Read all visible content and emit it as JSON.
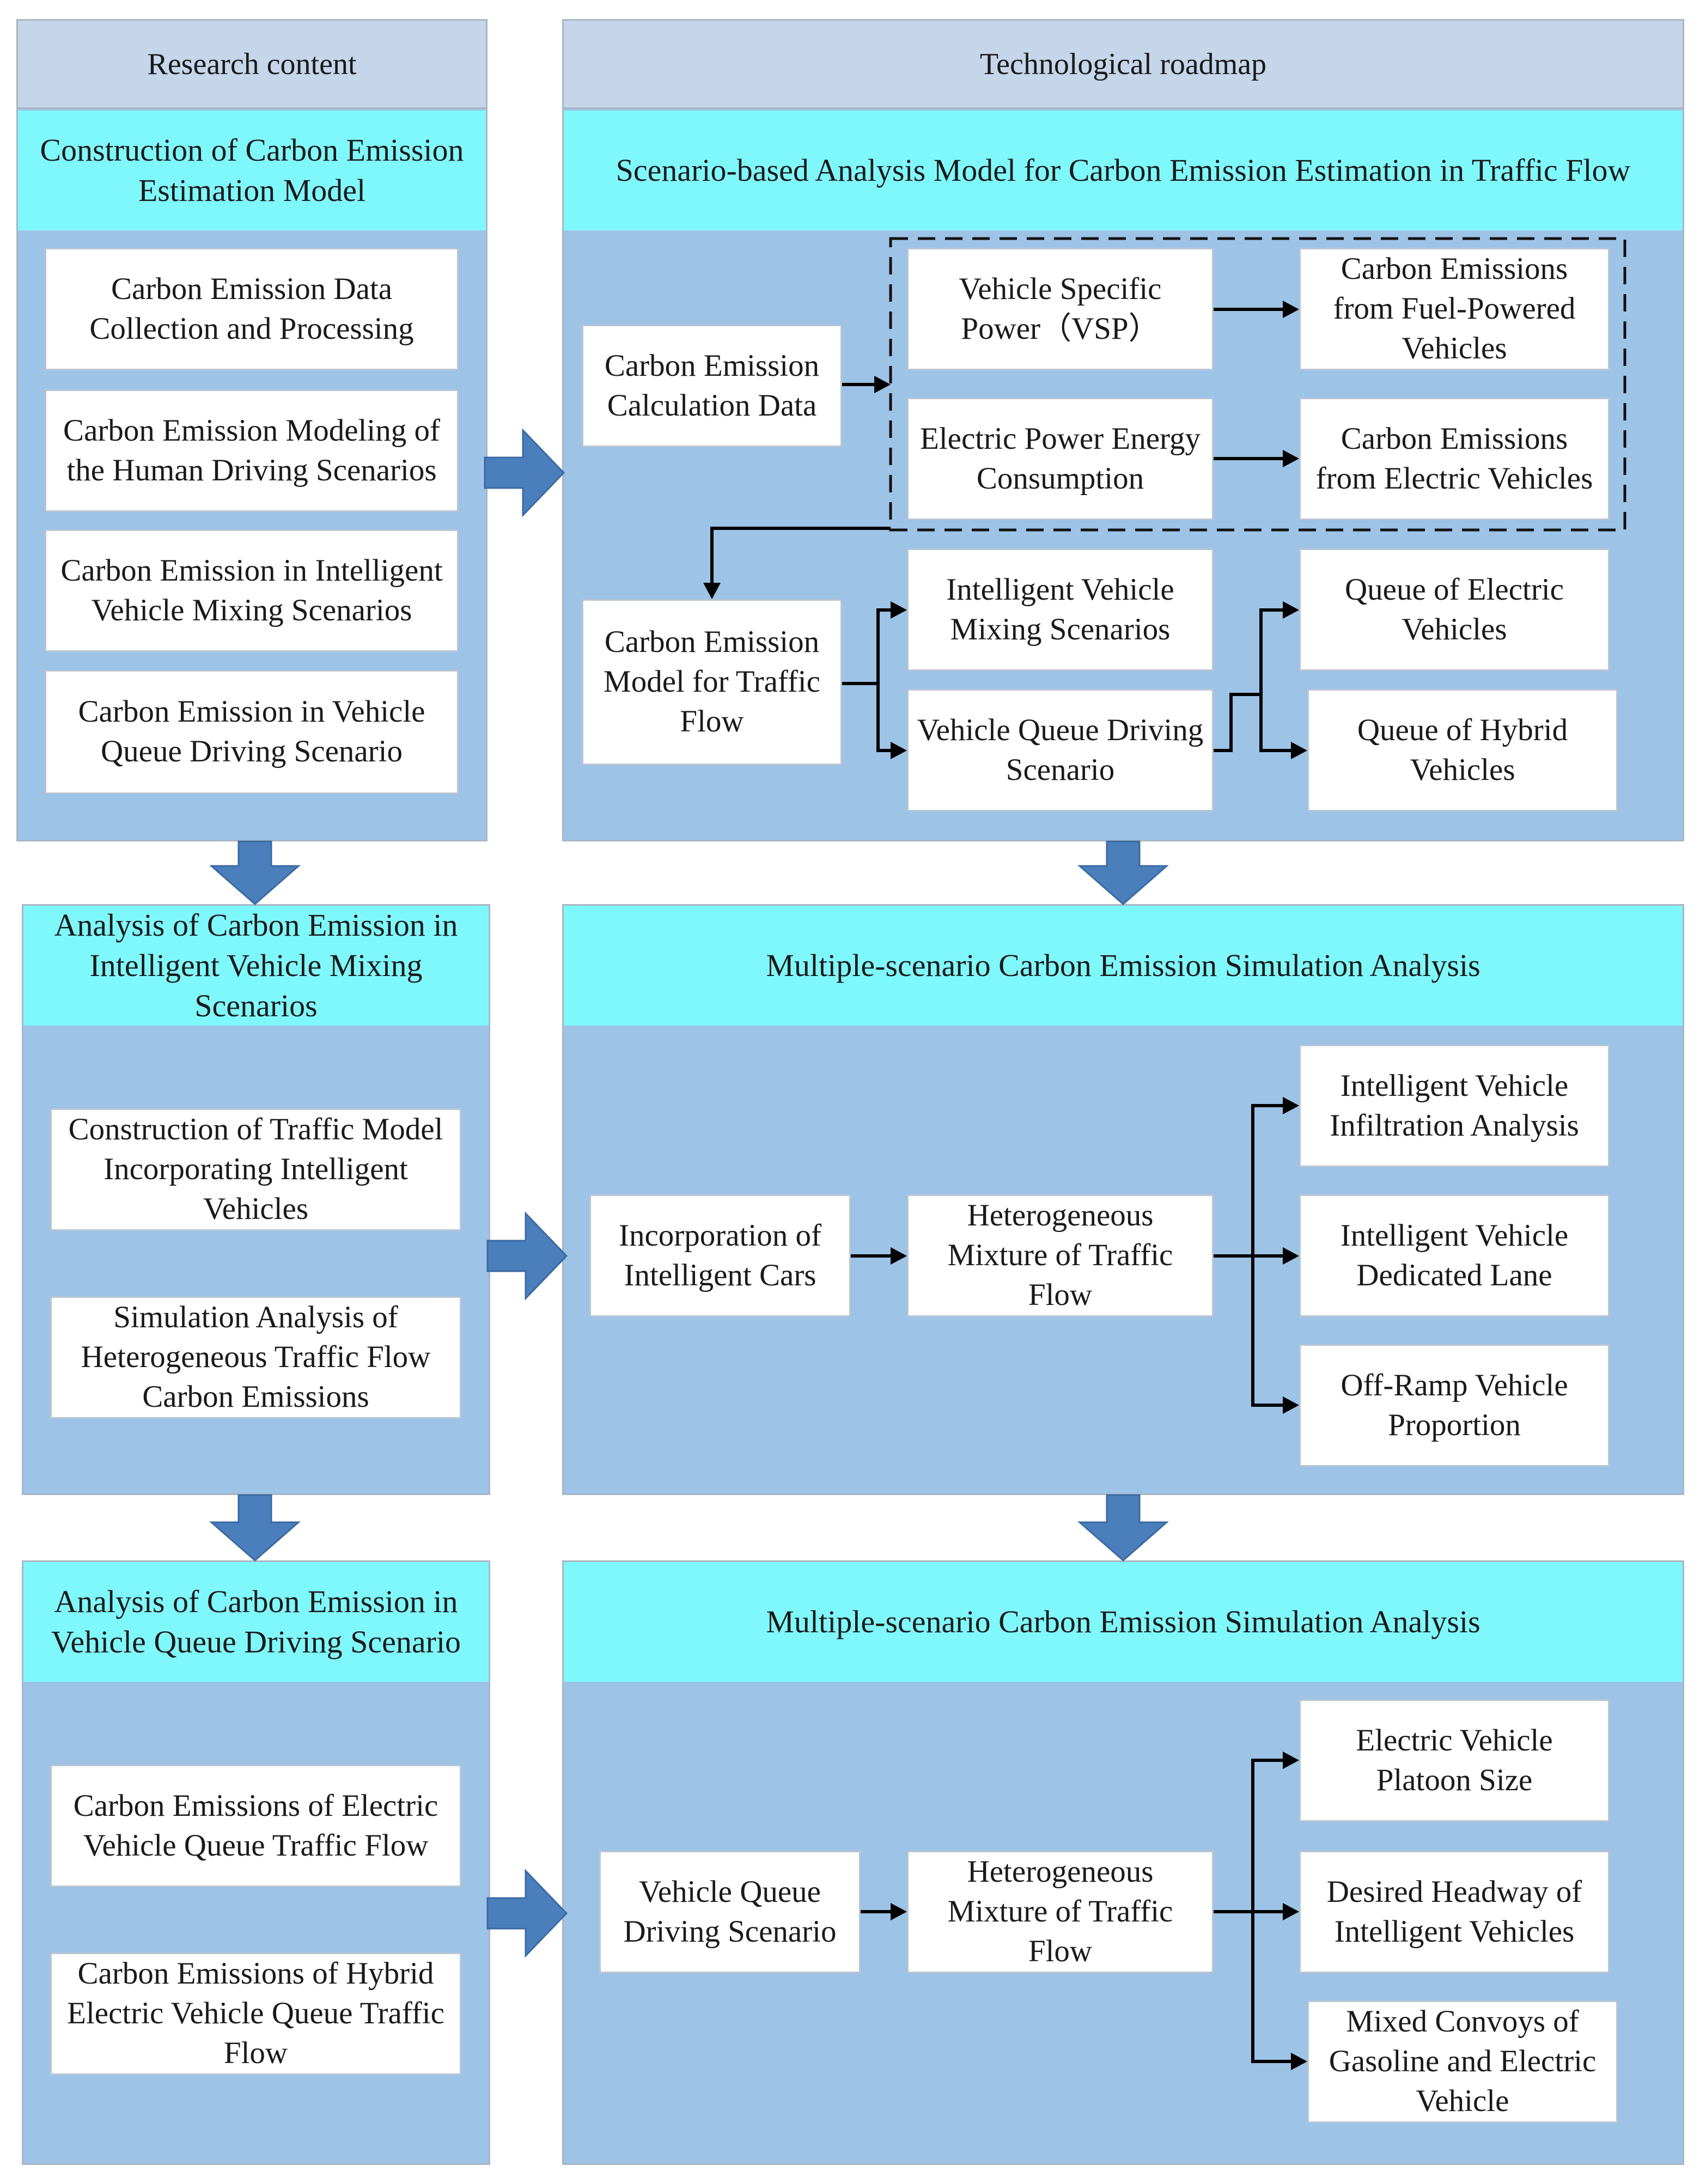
{
  "headers": {
    "research_content": "Research content",
    "technological_roadmap": "Technological roadmap"
  },
  "left": {
    "section1": {
      "title": "Construction of  Carbon Emission Estimation Model",
      "items": [
        "Carbon Emission Data Collection and Processing",
        "Carbon Emission Modeling of the Human Driving Scenarios",
        "Carbon Emission in Intelligent Vehicle Mixing Scenarios",
        "Carbon Emission in Vehicle Queue Driving Scenario"
      ]
    },
    "section2": {
      "title": "Analysis of Carbon Emission in Intelligent Vehicle Mixing Scenarios",
      "items": [
        "Construction of Traffic Model Incorporating Intelligent Vehicles",
        "Simulation Analysis of Heterogeneous Traffic Flow Carbon Emissions"
      ]
    },
    "section3": {
      "title": "Analysis of Carbon Emission in Vehicle Queue Driving Scenario",
      "items": [
        "Carbon Emissions of Electric Vehicle Queue Traffic Flow",
        "Carbon Emissions of Hybrid Electric Vehicle Queue Traffic Flow"
      ]
    }
  },
  "right": {
    "section1": {
      "title": "Scenario-based Analysis Model for Carbon Emission Estimation in Traffic Flow",
      "calc_data": "Carbon Emission Calculation Data",
      "vsp": "Vehicle Specific Power（VSP）",
      "fuel_emissions": "Carbon Emissions from Fuel-Powered Vehicles",
      "electric_power": "Electric Power Energy Consumption",
      "ev_emissions": "Carbon Emissions from Electric Vehicles",
      "traffic_model": "Carbon Emission Model for Traffic Flow",
      "mixing": "Intelligent Vehicle Mixing Scenarios",
      "queue": "Vehicle Queue Driving Scenario",
      "queue_ev": "Queue of Electric Vehicles",
      "queue_hybrid": "Queue of Hybrid Vehicles"
    },
    "section2": {
      "title": "Multiple-scenario Carbon Emission Simulation Analysis",
      "incorporation": "Incorporation of Intelligent Cars",
      "hetero": "Heterogeneous Mixture of Traffic Flow",
      "outputs": [
        "Intelligent Vehicle Infiltration Analysis",
        "Intelligent Vehicle Dedicated Lane",
        "Off-Ramp Vehicle Proportion"
      ]
    },
    "section3": {
      "title": "Multiple-scenario Carbon Emission Simulation Analysis",
      "queue": "Vehicle Queue Driving Scenario",
      "hetero": "Heterogeneous Mixture of Traffic Flow",
      "outputs": [
        "Electric Vehicle Platoon Size",
        "Desired Headway of Intelligent Vehicles",
        "Mixed Convoys of Gasoline and Electric Vehicle"
      ]
    }
  }
}
